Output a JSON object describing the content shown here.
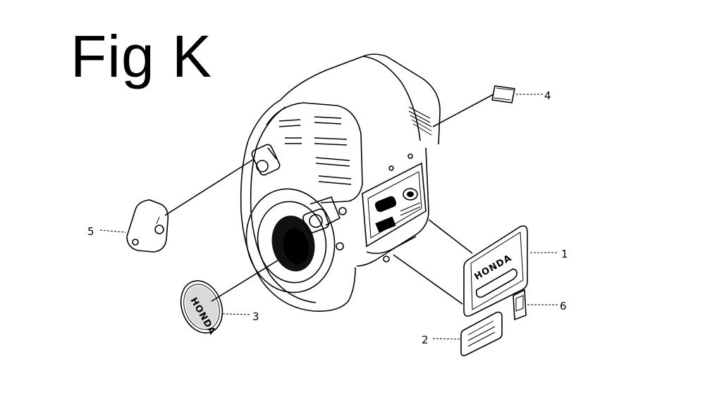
{
  "figure": {
    "title": "Fig K"
  },
  "brand_text": "HONDA",
  "callouts": [
    {
      "id": "1",
      "label": "1",
      "part": "brand-emblem-plate"
    },
    {
      "id": "2",
      "label": "2",
      "part": "small-label-plate"
    },
    {
      "id": "3",
      "label": "3",
      "part": "round-emblem"
    },
    {
      "id": "4",
      "label": "4",
      "part": "small-square-label"
    },
    {
      "id": "5",
      "label": "5",
      "part": "cover-plate"
    },
    {
      "id": "6",
      "label": "6",
      "part": "small-tag"
    }
  ]
}
